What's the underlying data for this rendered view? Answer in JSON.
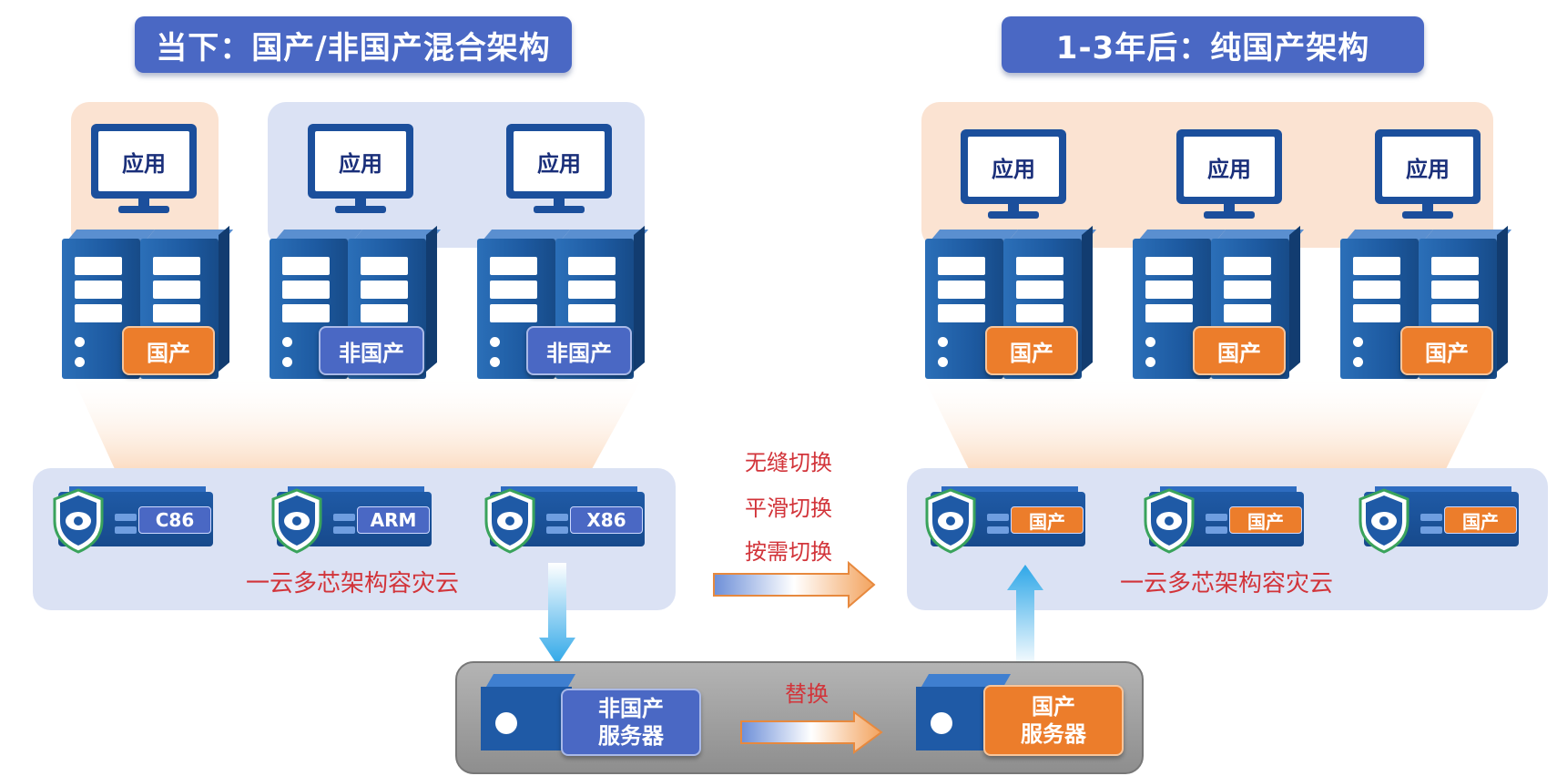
{
  "left_title": "当下：国产/非国产混合架构",
  "right_title": "1-3年后：纯国产架构",
  "app_label": "应用",
  "left_nodes": [
    {
      "badge": "国产",
      "color": "orange"
    },
    {
      "badge": "非国产",
      "color": "blue"
    },
    {
      "badge": "非国产",
      "color": "blue"
    }
  ],
  "right_nodes": [
    {
      "badge": "国产",
      "color": "orange"
    },
    {
      "badge": "国产",
      "color": "orange"
    },
    {
      "badge": "国产",
      "color": "orange"
    }
  ],
  "left_appliances": [
    "C86",
    "ARM",
    "X86"
  ],
  "right_appliances": [
    "国产",
    "国产",
    "国产"
  ],
  "cloud_label": "一云多芯架构容灾云",
  "switch_labels": [
    "无缝切换",
    "平滑切换",
    "按需切换"
  ],
  "bottom": {
    "replace_label": "替换",
    "old_server": [
      "非国产",
      "服务器"
    ],
    "new_server": [
      "国产",
      "服务器"
    ]
  },
  "colors": {
    "orange": "#ec7d2b",
    "blue": "#4a68c4",
    "red_text": "#d2343a",
    "peach_bg": "#fbe3d2",
    "lavender_bg": "#dbe2f4"
  },
  "icons": [
    "monitor-icon",
    "server-tower-icon",
    "cloud-shield-icon",
    "arrow-right-icon",
    "arrow-down-icon",
    "arrow-up-icon"
  ]
}
